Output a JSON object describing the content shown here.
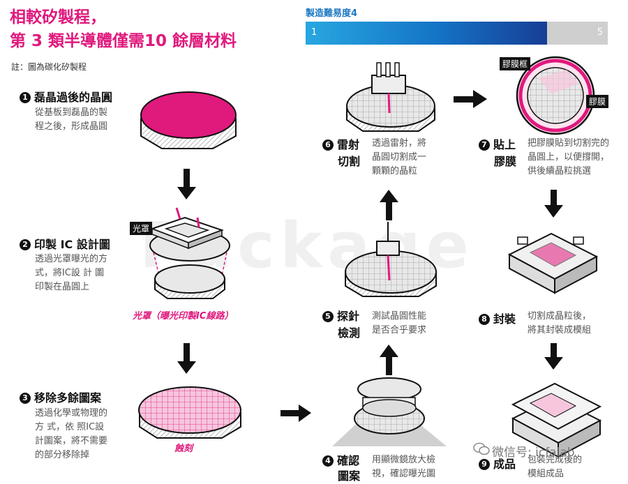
{
  "header": {
    "title_line1": "相較矽製程，",
    "title_line2": "第 3 類半導體僅需10 餘層材料",
    "note": "註：圖為碳化矽製程"
  },
  "difficulty": {
    "label": "製造難易度",
    "value_text": "4",
    "min": "1",
    "max": "5",
    "level": 0.8,
    "colors": {
      "fill_start": "#28a7e0",
      "fill_end": "#173e95",
      "rest": "#cfcfcf"
    }
  },
  "watermark_bg": "Package",
  "steps": [
    {
      "num": "1",
      "title": "磊晶過後的晶圓",
      "desc": [
        "從基板到磊晶的製",
        "程之後，形成晶圓"
      ]
    },
    {
      "num": "2",
      "title": "印製 IC 設計圖",
      "desc": [
        "透過光罩曝光的方",
        "式，將IC設 計 圖",
        "印製在晶圓上"
      ],
      "label": "光罩",
      "tag": "光罩（曝光印製IC線路）"
    },
    {
      "num": "3",
      "title": "移除多餘圖案",
      "desc": [
        "透過化學或物理的",
        "方 式，依 照IC設",
        "計圖案，將不需要",
        "的部分移除掉"
      ],
      "tag": "蝕刻"
    },
    {
      "num": "4",
      "title_l1": "確認",
      "title_l2": "圖案",
      "desc": [
        "用顯微鏡放大檢",
        "視，確認曝光圖"
      ]
    },
    {
      "num": "5",
      "title_l1": "探針",
      "title_l2": "檢測",
      "desc": [
        "測試晶圓性能",
        "是否合乎要求"
      ]
    },
    {
      "num": "6",
      "title_l1": "雷射",
      "title_l2": "切割",
      "desc": [
        "透過雷射，將",
        "晶圓切割成一",
        "顆顆的晶粒"
      ]
    },
    {
      "num": "7",
      "title_l1": "貼上",
      "title_l2": "膠膜",
      "desc": [
        "把膠膜貼到切割完的",
        "晶圓上，以便撐開，",
        "供後續晶粒挑選"
      ],
      "label_frame": "膠膜框",
      "label_film": "膠膜"
    },
    {
      "num": "8",
      "title": "封裝",
      "desc": [
        "切割成晶粒後，",
        "將其封裝成模組"
      ]
    },
    {
      "num": "9",
      "title": "成品",
      "desc": [
        "包裝完成後的",
        "模組成品"
      ]
    }
  ],
  "wechat": "微信号: icfalab",
  "colors": {
    "accent": "#e0197d",
    "dark": "#111111",
    "wafer_gray": "#d9d9d9"
  }
}
